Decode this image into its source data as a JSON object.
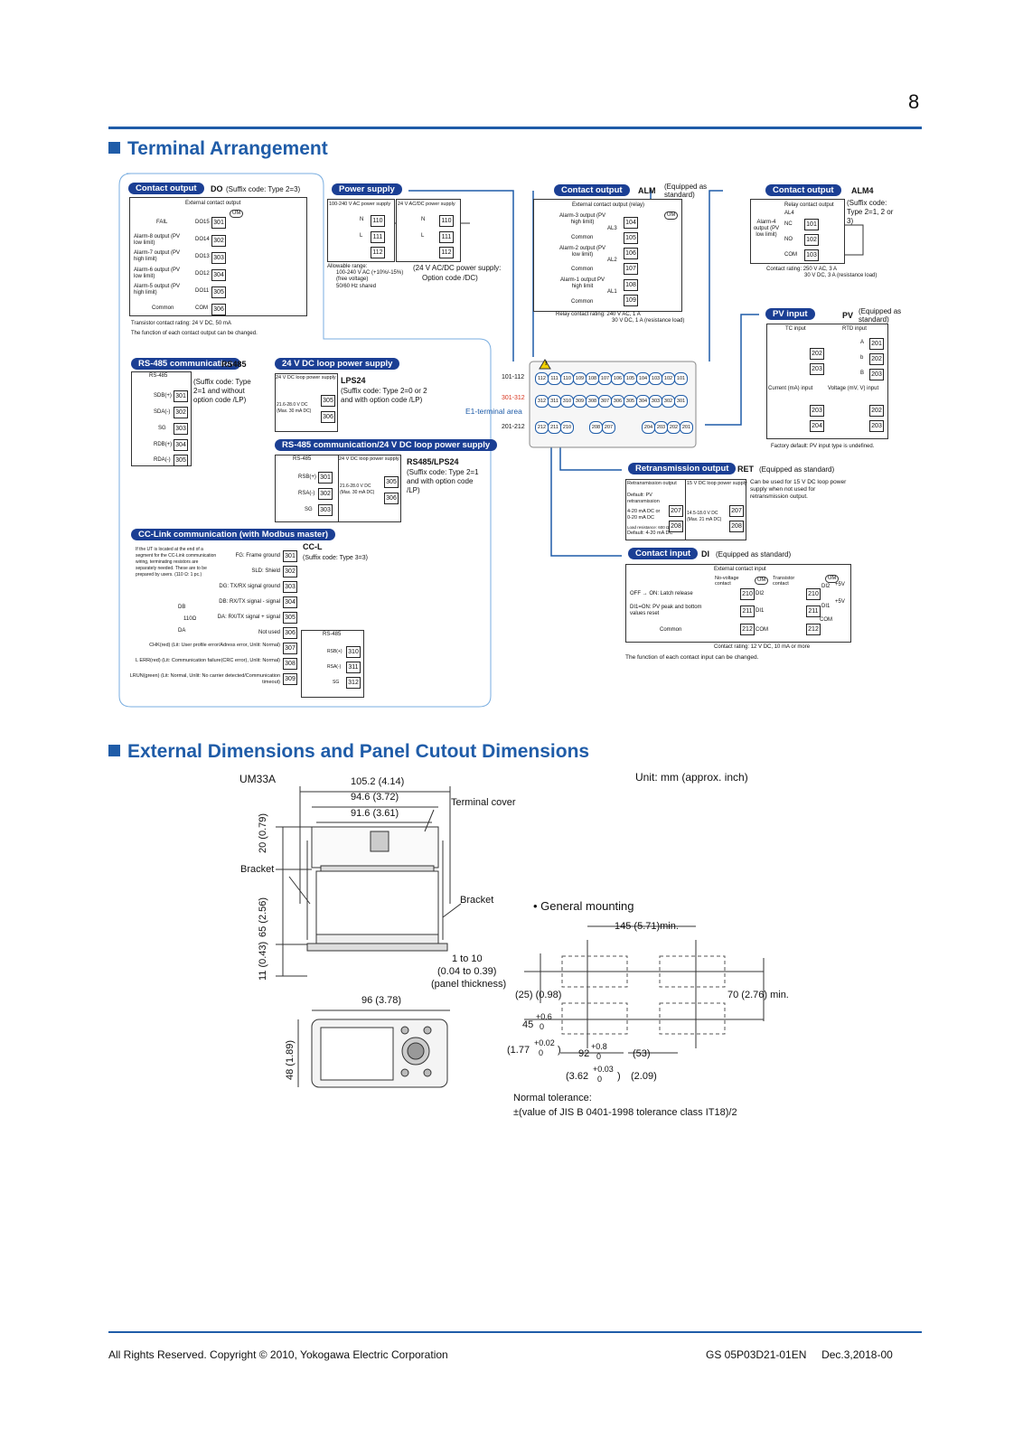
{
  "page": {
    "number": "8"
  },
  "sections": {
    "terminal": "Terminal Arrangement",
    "dimensions": "External Dimensions and Panel Cutout Dimensions"
  },
  "do_block": {
    "pill": "Contact output",
    "code": "DO",
    "suffix": "(Suffix code: Type 2=3)",
    "header": "External contact output",
    "rows": [
      {
        "label": "FAIL",
        "do": "DO15",
        "term": "301"
      },
      {
        "label": "Alarm-8 output (PV low limit)",
        "do": "DO14",
        "term": "302"
      },
      {
        "label": "Alarm-7 output (PV high limit)",
        "do": "DO13",
        "term": "303"
      },
      {
        "label": "Alarm-6 output (PV low limit)",
        "do": "DO12",
        "term": "304"
      },
      {
        "label": "Alarm-5 output (PV high limit)",
        "do": "DO11",
        "term": "305"
      },
      {
        "label": "Common",
        "do": "COM",
        "term": "306"
      }
    ],
    "um_badge": "UM",
    "note1": "Transistor contact rating: 24 V DC, 50 mA",
    "note2": "The function of each contact output can be changed."
  },
  "power_block": {
    "pill": "Power supply",
    "ac_header": "100-240 V AC power supply",
    "dc_header": "24 V AC/DC power supply",
    "n": "N",
    "l": "L",
    "terms": [
      "110",
      "111",
      "112"
    ],
    "allowable": "Allowable range:",
    "range": "100-240 V AC (+10%/-15%)",
    "free": "(free voltage)",
    "hz": "50/60 Hz shared",
    "dc_note1": "(24 V AC/DC power supply:",
    "dc_note2": "Option code /DC)"
  },
  "alm_block": {
    "pill": "Contact output",
    "code": "ALM",
    "equip": "(Equipped as standard)",
    "header": "External contact output (relay)",
    "rows": [
      {
        "label": "Alarm-3 output (PV high limit)",
        "term": "104"
      },
      {
        "label": "Common",
        "term": "105"
      },
      {
        "label": "Alarm-2 output (PV low limit)",
        "term": "106"
      },
      {
        "label": "Common",
        "term": "107"
      },
      {
        "label": "Alarm-1 output PV high limit",
        "term": "108"
      },
      {
        "label": "Common",
        "term": "109"
      }
    ],
    "al": [
      "AL3",
      "AL2",
      "AL1"
    ],
    "um_badge": "UM",
    "rating1": "Relay contact rating: 240 V AC, 1 A",
    "rating2": "30 V DC, 1 A (resistance load)"
  },
  "alm4_block": {
    "pill": "Contact output",
    "code": "ALM4",
    "header": "Relay contact output",
    "suffix": "(Suffix code: Type 2=1, 2 or 3)",
    "al4": "AL4",
    "label": "Alarm-4 output (PV low limit)",
    "nc": "NC",
    "no": "NO",
    "com": "COM",
    "terms": [
      "101",
      "102",
      "103"
    ],
    "rating1": "Contact rating: 250 V AC, 3 A",
    "rating2": "30 V DC, 3 A (resistance load)"
  },
  "pv_block": {
    "pill": "PV input",
    "code": "PV",
    "equip": "(Equipped as standard)",
    "tc": "TC input",
    "rtd": "RTD input",
    "current": "Current (mA) input",
    "voltage": "Voltage (mV, V) input",
    "terms_tc": [
      "202",
      "203"
    ],
    "terms_rtd": [
      "201",
      "202",
      "203"
    ],
    "rtd_labels": [
      "A",
      "b",
      "B"
    ],
    "terms_ma": [
      "203",
      "204"
    ],
    "terms_v": [
      "202",
      "203"
    ],
    "note": "Factory default: PV input type is undefined."
  },
  "rs485_block": {
    "pill": "RS-485 communication",
    "code": "RS485",
    "col": "RS-485",
    "rows": [
      {
        "label": "SDB(+)",
        "term": "301"
      },
      {
        "label": "SDA(-)",
        "term": "302"
      },
      {
        "label": "SG",
        "term": "303"
      },
      {
        "label": "RDB(+)",
        "term": "304"
      },
      {
        "label": "RDA(-)",
        "term": "305"
      }
    ],
    "suffix": "(Suffix code: Type 2=1 and without option code /LP)"
  },
  "lps_block": {
    "pill": "24 V DC loop power supply",
    "header": "24 V DC loop power supply",
    "code": "LPS24",
    "terms": [
      "305",
      "306"
    ],
    "rating": "21.6-28.0 V DC (Max. 30 mA DC)",
    "suffix": "(Suffix code: Type 2=0 or 2 and with option code /LP)"
  },
  "combo_block": {
    "pill": "RS-485 communication/24 V DC loop power supply",
    "col1": "RS-485",
    "col2": "24 V DC loop power supply",
    "code": "RS485/LPS24",
    "rows": [
      {
        "label": "RSB(+)",
        "term": "301"
      },
      {
        "label": "RSA(-)",
        "term": "302"
      },
      {
        "label": "SG",
        "term": "303"
      }
    ],
    "terms": [
      "305",
      "306"
    ],
    "rating": "21.6-28.0 V DC (Max. 30 mA DC)",
    "suffix": "(Suffix code: Type 2=1 and with option code /LP)"
  },
  "ccl_block": {
    "pill": "CC-Link communication (with Modbus master)",
    "code": "CC-L",
    "suffix": "(Suffix code: Type 3=3)",
    "note": "If the UT is located at the end of a segment for the CC-Link communication wiring, terminating resistors are separately needed. These are to be prepared by users. (110 Ω: 1 pc.)",
    "db": "DB",
    "ohm": "110Ω",
    "da": "DA",
    "rows": [
      {
        "label": "FG: Frame ground",
        "term": "301"
      },
      {
        "label": "SLD: Shield",
        "term": "302"
      },
      {
        "label": "DG: TX/RX signal ground",
        "term": "303"
      },
      {
        "label": "DB: RX/TX signal - signal",
        "term": "304"
      },
      {
        "label": "DA: RX/TX signal + signal",
        "term": "305"
      },
      {
        "label": "Not used",
        "term": "306"
      },
      {
        "label": "CHK(red) (Lit: User profile error/Adress error, Unlit: Normal)",
        "term": "307"
      },
      {
        "label": "L ERR(red) (Lit: Communication failure(CRC error), Unlit: Normal)",
        "term": "308"
      },
      {
        "label": "LRUN(green) (Lit: Normal, Unlit: No carrier detected/Communication timeout)",
        "term": "309"
      }
    ],
    "rs_col": "RS-485",
    "rs_rows": [
      {
        "label": "RSB(+)",
        "term": "310"
      },
      {
        "label": "RSA(-)",
        "term": "311"
      },
      {
        "label": "SG",
        "term": "312"
      }
    ]
  },
  "center": {
    "row1": "101-112",
    "row2": "301-312",
    "row3": "201-212",
    "e1": "E1-terminal area",
    "terms1": [
      "112",
      "111",
      "110",
      "109",
      "108",
      "107",
      "106",
      "105",
      "104",
      "103",
      "102",
      "101"
    ],
    "terms2": [
      "312",
      "311",
      "310",
      "309",
      "308",
      "307",
      "306",
      "305",
      "304",
      "303",
      "302",
      "301"
    ],
    "terms3": [
      "212",
      "211",
      "210",
      "208",
      "207",
      "204",
      "203",
      "202",
      "201"
    ],
    "warn": "!"
  },
  "ret_block": {
    "pill": "Retransmission output",
    "code": "RET",
    "equip": "(Equipped as standard)",
    "col1": "Retransmission output",
    "col2": "15 V DC loop power supply",
    "default_pv": "Default: PV retransmission",
    "ma1": "4-20 mA DC or",
    "ma2": "0-20 mA DC",
    "load": "Load resistance: 600 Ω or less",
    "default_ma": "Default: 4-20 mA DC",
    "terms": [
      "207",
      "208"
    ],
    "rating": "14.5-18.0 V DC (Max. 21 mA DC)",
    "note": "Can be used for 15 V DC loop power supply when not used for retransmission output."
  },
  "di_block": {
    "pill": "Contact input",
    "code": "DI",
    "equip": "(Equipped as standard)",
    "header": "External contact input",
    "c1": "No-voltage contact",
    "c2": "Transistor contact",
    "rows": [
      {
        "label": "OFF → ON: Latch release",
        "term": "210",
        "di": "DI2"
      },
      {
        "label": "DI1=ON: PV peak and bottom values reset",
        "term": "211",
        "di": "DI1"
      },
      {
        "label": "Common",
        "term": "212",
        "di": "COM"
      }
    ],
    "v5": "+5V",
    "um_badge": "UM",
    "rating": "Contact rating: 12 V DC, 10 mA or more",
    "note": "The function of each contact input can be changed."
  },
  "dims": {
    "model": "UM33A",
    "unit": "Unit: mm (approx. inch)",
    "w1": "105.2 (4.14)",
    "w2": "94.6 (3.72)",
    "w3": "91.6 (3.61)",
    "cover": "Terminal cover",
    "h20": "20 (0.79)",
    "h65": "65 (2.56)",
    "h11": "11 (0.43)",
    "bracket_l": "Bracket",
    "bracket_r": "Bracket",
    "thick1": "1 to 10",
    "thick2": "(0.04 to 0.39)",
    "thick3": "(panel thickness)",
    "w96": "96 (3.78)",
    "h48": "48 (1.89)",
    "general": "• General mounting",
    "c145": "145 (5.71)min.",
    "c25": "(25) (0.98)",
    "c70": "70 (2.76) min.",
    "c45": "45",
    "c45tol_top": "+0.6",
    "c45tol_bot": "0",
    "c177": "(1.77",
    "c177tol_top": "+0.02",
    "c177tol_bot": "0",
    "c177close": ")",
    "c92": "92",
    "c92tol_top": "+0.8",
    "c92tol_bot": "0",
    "c53": "(53)",
    "c362": "(3.62",
    "c362tol_top": "+0.03",
    "c362tol_bot": "0",
    "c362close": ")",
    "c209": "(2.09)",
    "normal1": "Normal tolerance:",
    "normal2": "±(value of JIS B 0401-1998 tolerance class IT18)/2"
  },
  "footer": {
    "left": "All Rights Reserved. Copyright © 2010, Yokogawa Electric Corporation",
    "right": "GS 05P03D21-01EN     Dec.3,2018-00"
  }
}
